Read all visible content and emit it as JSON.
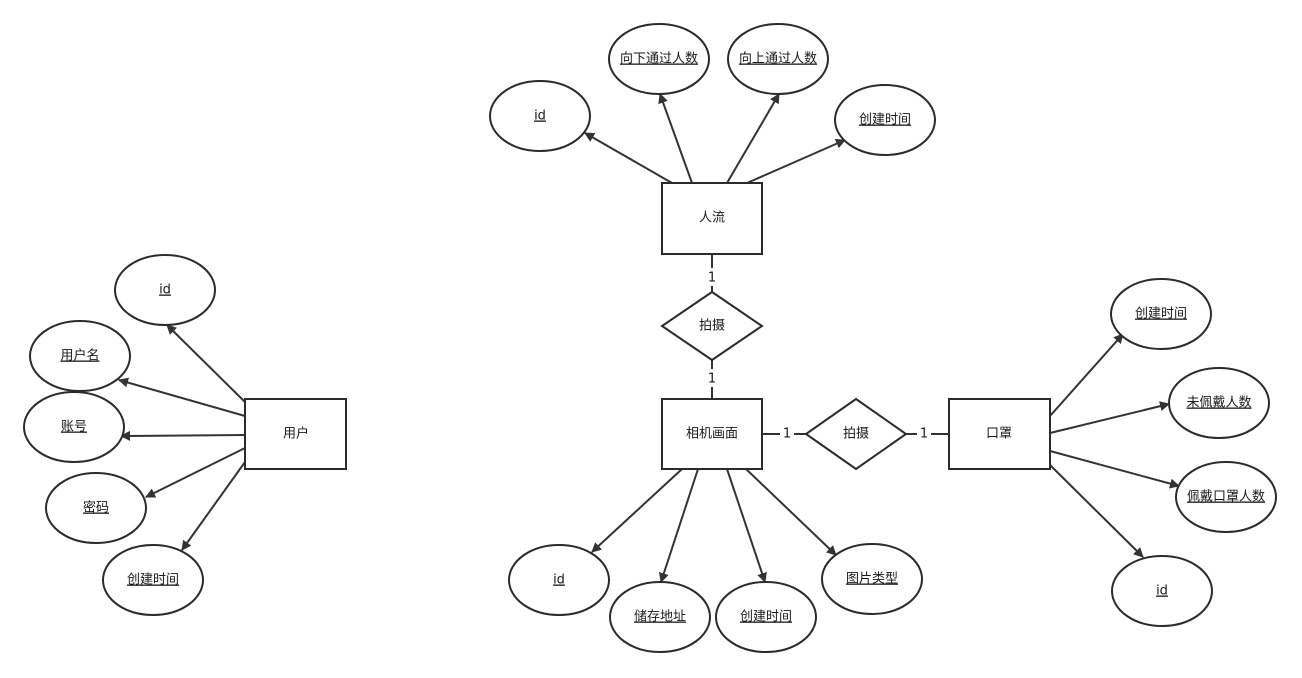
{
  "diagram": {
    "type": "er-diagram",
    "entities": {
      "user": "用户",
      "people_flow": "人流",
      "camera_frame": "相机画面",
      "mask": "口罩"
    },
    "relationships": {
      "shoot_top": "拍摄",
      "shoot_right": "拍摄"
    },
    "cardinalities": {
      "top_upper": "1",
      "top_lower": "1",
      "right_left": "1",
      "right_right": "1"
    },
    "attributes": {
      "user": {
        "id": "id",
        "username": "用户名",
        "account": "账号",
        "password": "密码",
        "created_at": "创建时间"
      },
      "people_flow": {
        "id": "id",
        "down_count": "向下通过人数",
        "up_count": "向上通过人数",
        "created_at": "创建时间"
      },
      "camera_frame": {
        "id": "id",
        "storage_path": "储存地址",
        "created_at": "创建时间",
        "image_type": "图片类型"
      },
      "mask": {
        "created_at": "创建时间",
        "not_wearing": "未佩戴人数",
        "wearing": "佩戴口罩人数",
        "id": "id"
      }
    }
  }
}
